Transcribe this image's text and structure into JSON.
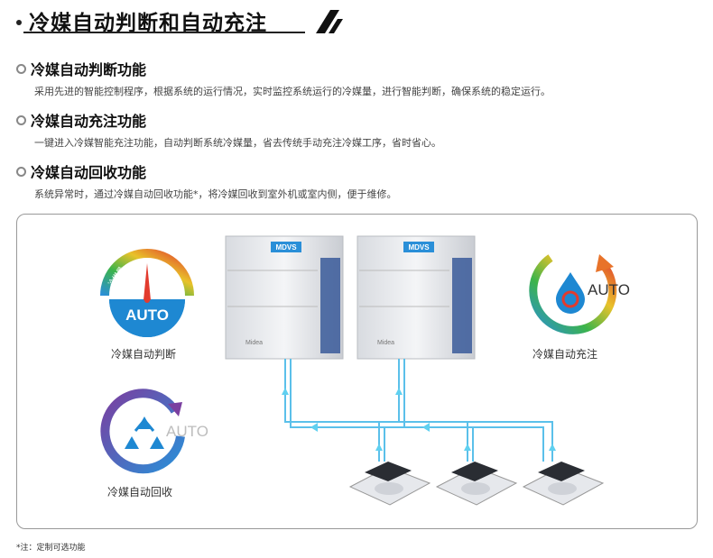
{
  "header": {
    "title": "冷媒自动判断和自动充注"
  },
  "sections": [
    {
      "title": "冷媒自动判断功能",
      "desc": "采用先进的智能控制程序，根据系统的运行情况，实时监控系统运行的冷媒量，进行智能判断，确保系统的稳定运行。"
    },
    {
      "title": "冷媒自动充注功能",
      "desc": "一键进入冷媒智能充注功能，自动判断系统冷媒量，省去传统手动充注冷媒工序，省时省心。"
    },
    {
      "title": "冷媒自动回收功能",
      "desc": "系统异常时，通过冷媒自动回收功能*，将冷媒回收到室外机或室内侧，便于维修。"
    }
  ],
  "diagram": {
    "judge": {
      "badge": "AUTO",
      "gauge_text": "冷媒量",
      "label": "冷媒自动判断"
    },
    "charge": {
      "badge": "AUTO",
      "label": "冷媒自动充注"
    },
    "recover": {
      "badge": "AUTO",
      "label": "冷媒自动回收"
    },
    "unit_badge": "MDVS",
    "unit_brand": "Midea"
  },
  "footnote": "*注：定制可选功能",
  "colors": {
    "accent_blue": "#1e88d2",
    "pipe_blue": "#5bc0ea",
    "arrow_blue": "#5fd0f0"
  },
  "icons": [
    "gauge-icon",
    "refrigerant-drop-icon",
    "recycle-icon",
    "outdoor-unit",
    "cassette-indoor-unit"
  ]
}
